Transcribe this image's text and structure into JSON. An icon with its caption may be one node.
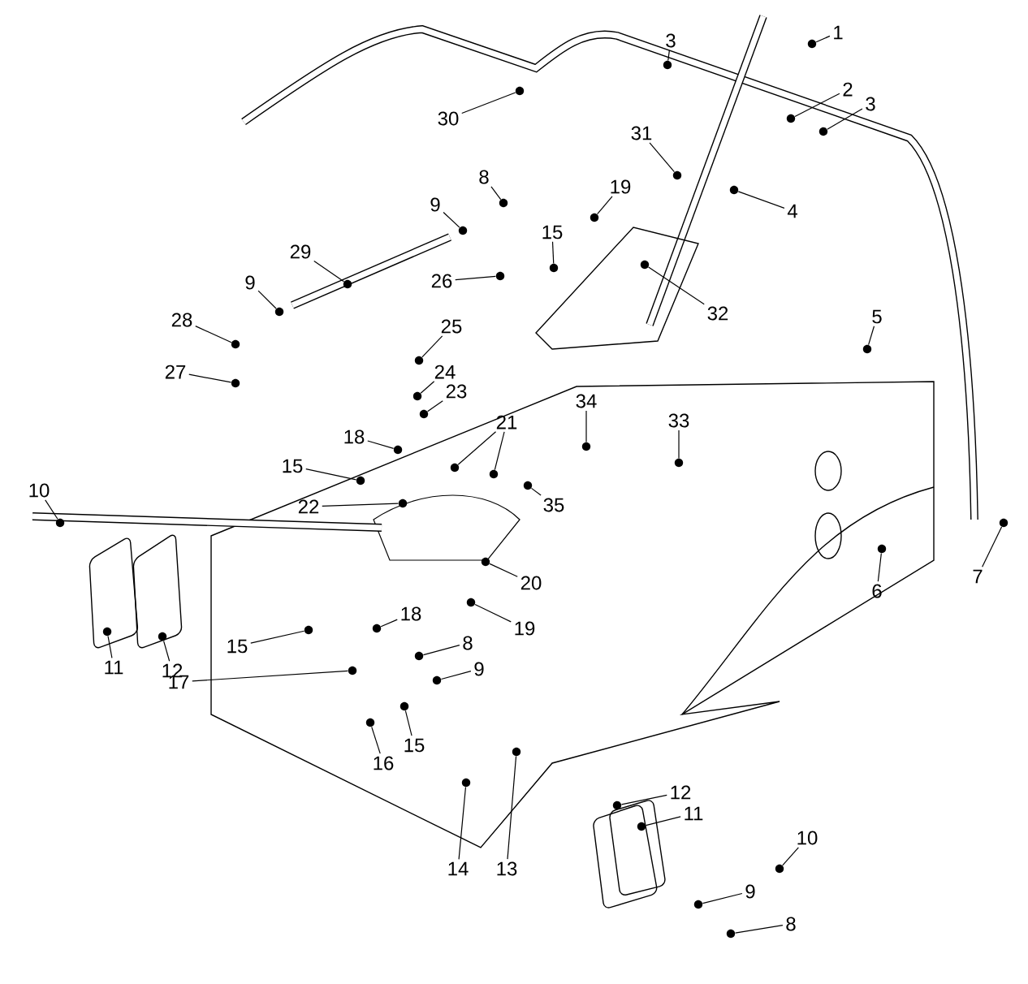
{
  "diagram": {
    "nodes": [
      {
        "text": [
          "1"
        ]
      },
      {
        "text": [
          "3"
        ]
      },
      {
        "text": [
          "2"
        ]
      },
      {
        "text": [
          "3"
        ]
      },
      {
        "text": [
          "30"
        ]
      },
      {
        "text": [
          "31"
        ]
      },
      {
        "text": [
          "8"
        ]
      },
      {
        "text": [
          "19"
        ]
      },
      {
        "text": [
          "4"
        ]
      },
      {
        "text": [
          "9"
        ]
      },
      {
        "text": [
          "15"
        ]
      },
      {
        "text": [
          "29"
        ]
      },
      {
        "text": [
          "9"
        ]
      },
      {
        "text": [
          "26"
        ]
      },
      {
        "text": [
          "32"
        ]
      },
      {
        "text": [
          "5"
        ]
      },
      {
        "text": [
          "28"
        ]
      },
      {
        "text": [
          "25"
        ]
      },
      {
        "text": [
          "27"
        ]
      },
      {
        "text": [
          "24"
        ]
      },
      {
        "text": [
          "23"
        ]
      },
      {
        "text": [
          "34"
        ]
      },
      {
        "text": [
          "33"
        ]
      },
      {
        "text": [
          "21"
        ]
      },
      {
        "text": [
          "18"
        ]
      },
      {
        "text": [
          "15"
        ]
      },
      {
        "text": [
          "10"
        ]
      },
      {
        "text": [
          "35"
        ]
      },
      {
        "text": [
          "22"
        ]
      },
      {
        "text": [
          "20"
        ]
      },
      {
        "text": [
          "7"
        ]
      },
      {
        "text": [
          "6"
        ]
      },
      {
        "text": [
          "18"
        ]
      },
      {
        "text": [
          "19"
        ]
      },
      {
        "text": [
          "8"
        ]
      },
      {
        "text": [
          "15"
        ]
      },
      {
        "text": [
          "11"
        ]
      },
      {
        "text": [
          "12"
        ]
      },
      {
        "text": [
          "9"
        ]
      },
      {
        "text": [
          "17"
        ]
      },
      {
        "text": [
          "15"
        ]
      },
      {
        "text": [
          "16"
        ]
      },
      {
        "text": [
          "12"
        ]
      },
      {
        "text": [
          "11"
        ]
      },
      {
        "text": [
          "10"
        ]
      },
      {
        "text": [
          "14"
        ]
      },
      {
        "text": [
          "13"
        ]
      },
      {
        "text": [
          "9"
        ]
      },
      {
        "text": [
          "8"
        ]
      },
      {
        "text": [],
        "shape": "circle"
      },
      {
        "text": [],
        "shape": "circle"
      },
      {
        "text": [],
        "shape": "circle"
      },
      {
        "text": [],
        "shape": "circle"
      },
      {
        "text": [],
        "shape": "circle"
      },
      {
        "text": [],
        "shape": "circle"
      },
      {
        "text": [],
        "shape": "circle"
      },
      {
        "text": [],
        "shape": "circle"
      },
      {
        "text": [],
        "shape": "circle"
      },
      {
        "text": [],
        "shape": "circle"
      },
      {
        "text": [],
        "shape": "circle"
      },
      {
        "text": [],
        "shape": "circle"
      },
      {
        "text": [],
        "shape": "circle"
      },
      {
        "text": [],
        "shape": "circle"
      },
      {
        "text": [],
        "shape": "circle"
      },
      {
        "text": [],
        "shape": "circle"
      },
      {
        "text": [],
        "shape": "circle"
      },
      {
        "text": [],
        "shape": "circle"
      },
      {
        "text": [],
        "shape": "circle"
      },
      {
        "text": [],
        "shape": "circle"
      },
      {
        "text": [],
        "shape": "circle"
      },
      {
        "text": [],
        "shape": "circle"
      },
      {
        "text": [],
        "shape": "circle"
      },
      {
        "text": [],
        "shape": "circle"
      },
      {
        "text": [],
        "shape": "circle"
      },
      {
        "text": [],
        "shape": "circle"
      },
      {
        "text": [],
        "shape": "circle"
      },
      {
        "text": [],
        "shape": "circle"
      },
      {
        "text": [],
        "shape": "circle"
      },
      {
        "text": [],
        "shape": "circle"
      },
      {
        "text": [],
        "shape": "circle"
      },
      {
        "text": [],
        "shape": "circle"
      },
      {
        "text": [],
        "shape": "circle"
      },
      {
        "text": [],
        "shape": "circle"
      },
      {
        "text": [],
        "shape": "circle"
      },
      {
        "text": [],
        "shape": "circle"
      },
      {
        "text": [],
        "shape": "circle"
      },
      {
        "text": [],
        "shape": "circle"
      },
      {
        "text": [],
        "shape": "circle"
      },
      {
        "text": [],
        "shape": "circle"
      },
      {
        "text": [],
        "shape": "circle"
      },
      {
        "text": [],
        "shape": "circle"
      },
      {
        "text": [],
        "shape": "circle"
      },
      {
        "text": [],
        "shape": "circle"
      },
      {
        "text": [],
        "shape": "circle"
      },
      {
        "text": [],
        "shape": "circle"
      },
      {
        "text": [],
        "shape": "circle"
      },
      {
        "text": [],
        "shape": "circle"
      },
      {
        "text": [],
        "shape": "circle"
      },
      {
        "text": [],
        "shape": "circle"
      }
    ],
    "edges": [
      {
        "from": 0,
        "to": 49,
        "arrow": "none"
      },
      {
        "from": 1,
        "to": 50,
        "arrow": "none"
      },
      {
        "from": 2,
        "to": 51,
        "arrow": "none"
      },
      {
        "from": 3,
        "to": 52,
        "arrow": "none"
      },
      {
        "from": 4,
        "to": 53,
        "arrow": "none"
      },
      {
        "from": 5,
        "to": 54,
        "arrow": "none"
      },
      {
        "from": 6,
        "to": 55,
        "arrow": "none"
      },
      {
        "from": 7,
        "to": 56,
        "arrow": "none"
      },
      {
        "from": 8,
        "to": 57,
        "arrow": "none"
      },
      {
        "from": 9,
        "to": 58,
        "arrow": "none"
      },
      {
        "from": 10,
        "to": 59,
        "arrow": "none"
      },
      {
        "from": 11,
        "to": 60,
        "arrow": "none"
      },
      {
        "from": 12,
        "to": 61,
        "arrow": "none"
      },
      {
        "from": 13,
        "to": 62,
        "arrow": "none"
      },
      {
        "from": 14,
        "to": 63,
        "arrow": "none"
      },
      {
        "from": 15,
        "to": 64,
        "arrow": "none"
      },
      {
        "from": 16,
        "to": 65,
        "arrow": "none"
      },
      {
        "from": 17,
        "to": 66,
        "arrow": "none"
      },
      {
        "from": 18,
        "to": 67,
        "arrow": "none"
      },
      {
        "from": 19,
        "to": 68,
        "arrow": "none"
      },
      {
        "from": 20,
        "to": 69,
        "arrow": "none"
      },
      {
        "from": 21,
        "to": 70,
        "arrow": "none"
      },
      {
        "from": 22,
        "to": 71,
        "arrow": "none"
      },
      {
        "from": 23,
        "to": 72,
        "arrow": "none"
      },
      {
        "from": 23,
        "to": 73,
        "arrow": "none"
      },
      {
        "from": 24,
        "to": 74,
        "arrow": "none"
      },
      {
        "from": 25,
        "to": 75,
        "arrow": "none"
      },
      {
        "from": 26,
        "to": 76,
        "arrow": "none"
      },
      {
        "from": 27,
        "to": 77,
        "arrow": "none"
      },
      {
        "from": 28,
        "to": 78,
        "arrow": "none"
      },
      {
        "from": 29,
        "to": 79,
        "arrow": "none"
      },
      {
        "from": 30,
        "to": 80,
        "arrow": "none"
      },
      {
        "from": 31,
        "to": 81,
        "arrow": "none"
      },
      {
        "from": 32,
        "to": 82,
        "arrow": "none"
      },
      {
        "from": 33,
        "to": 83,
        "arrow": "none"
      },
      {
        "from": 34,
        "to": 84,
        "arrow": "none"
      },
      {
        "from": 35,
        "to": 85,
        "arrow": "none"
      },
      {
        "from": 36,
        "to": 86,
        "arrow": "none"
      },
      {
        "from": 37,
        "to": 87,
        "arrow": "none"
      },
      {
        "from": 38,
        "to": 88,
        "arrow": "none"
      },
      {
        "from": 39,
        "to": 89,
        "arrow": "none"
      },
      {
        "from": 40,
        "to": 90,
        "arrow": "none"
      },
      {
        "from": 41,
        "to": 91,
        "arrow": "none"
      },
      {
        "from": 42,
        "to": 92,
        "arrow": "none"
      },
      {
        "from": 43,
        "to": 93,
        "arrow": "none"
      },
      {
        "from": 44,
        "to": 94,
        "arrow": "none"
      },
      {
        "from": 45,
        "to": 95,
        "arrow": "none"
      },
      {
        "from": 46,
        "to": 96,
        "arrow": "none"
      },
      {
        "from": 47,
        "to": 97,
        "arrow": "none"
      },
      {
        "from": 48,
        "to": 98,
        "arrow": "none"
      }
    ]
  }
}
